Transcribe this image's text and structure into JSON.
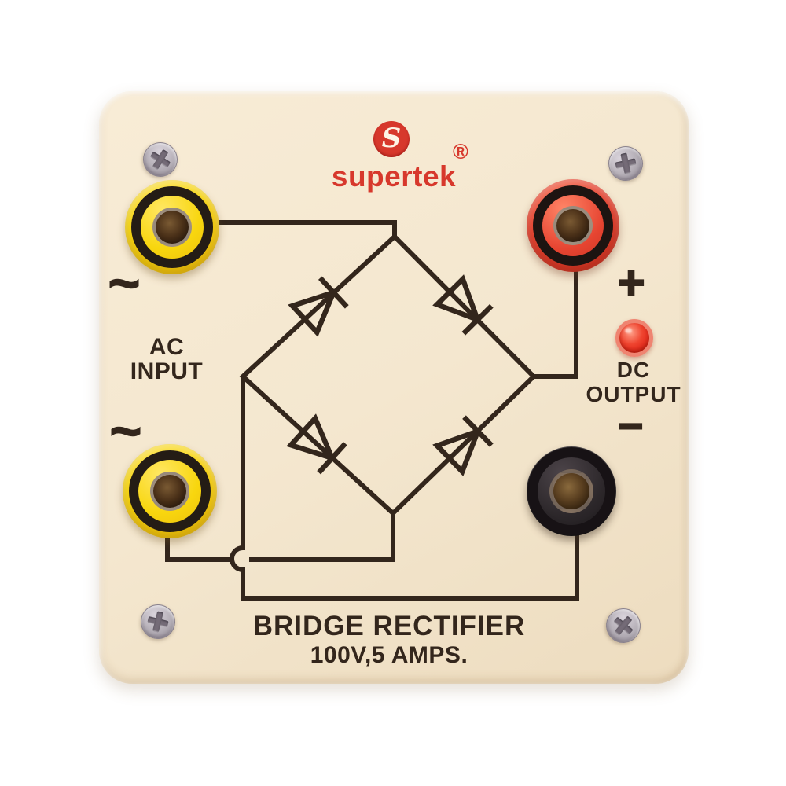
{
  "brand": {
    "monogram": "S",
    "registered": "®",
    "name": "supertek"
  },
  "ac_input": {
    "tilde_top": "~",
    "tilde_bottom": "~",
    "line1": "AC",
    "line2": "INPUT"
  },
  "dc_output": {
    "plus": "+",
    "line1": "DC",
    "line2": "OUTPUT",
    "minus": "−"
  },
  "footer": {
    "title": "BRIDGE RECTIFIER",
    "rating": "100V,5 AMPS."
  },
  "terminals": [
    {
      "name": "ac-input-top",
      "color_hex": "#f8d60e"
    },
    {
      "name": "ac-input-bottom",
      "color_hex": "#f8d60e"
    },
    {
      "name": "dc-output-positive",
      "color_hex": "#e64431"
    },
    {
      "name": "dc-output-negative",
      "color_hex": "#2c272a"
    }
  ],
  "indicator_led": {
    "color_hex": "#e63322"
  },
  "colors": {
    "panel": "#f4e7cf",
    "ink": "#33261c",
    "brand_red": "#d7382c",
    "jack_yellow": "#f8d60e",
    "jack_red": "#e64431",
    "jack_black": "#2c272a",
    "led_red": "#e63322",
    "screw_silver": "#b4aeb6"
  }
}
